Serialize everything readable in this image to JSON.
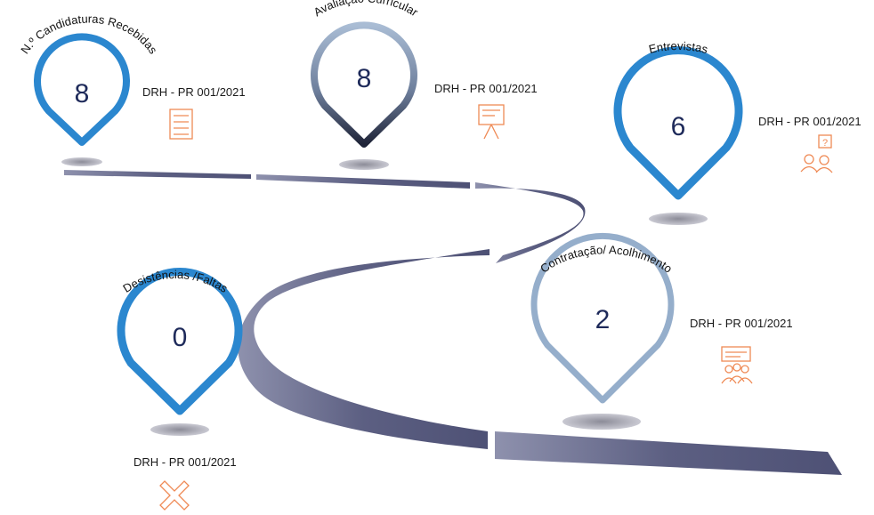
{
  "colors": {
    "pin_blue": "#2b87cf",
    "pin_light": "#95aecb",
    "pin_dark": "#2c3650",
    "road": "#5d6184",
    "icon_orange": "#ef8a55",
    "number": "#1e2a5a"
  },
  "stages": [
    {
      "label": "N.º Candidaturas Recebidas",
      "value": "8",
      "ref": "DRH - PR 001/2021",
      "icon": "checklist-icon",
      "style": "blue"
    },
    {
      "label": "Avaliação Curricular",
      "value": "8",
      "ref": "DRH - PR 001/2021",
      "icon": "presentation-board-icon",
      "style": "gradient"
    },
    {
      "label": "Entrevistas",
      "value": "6",
      "ref": "DRH - PR 001/2021",
      "icon": "interview-question-icon",
      "style": "blue"
    },
    {
      "label": "Desistências  /Faltas",
      "value": "0",
      "ref": "DRH - PR 001/2021",
      "icon": "cross-icon",
      "style": "blue"
    },
    {
      "label": "Contratação/ Acolhimento",
      "value": "2",
      "ref": "DRH - PR 001/2021",
      "icon": "team-meeting-icon",
      "style": "light"
    }
  ]
}
